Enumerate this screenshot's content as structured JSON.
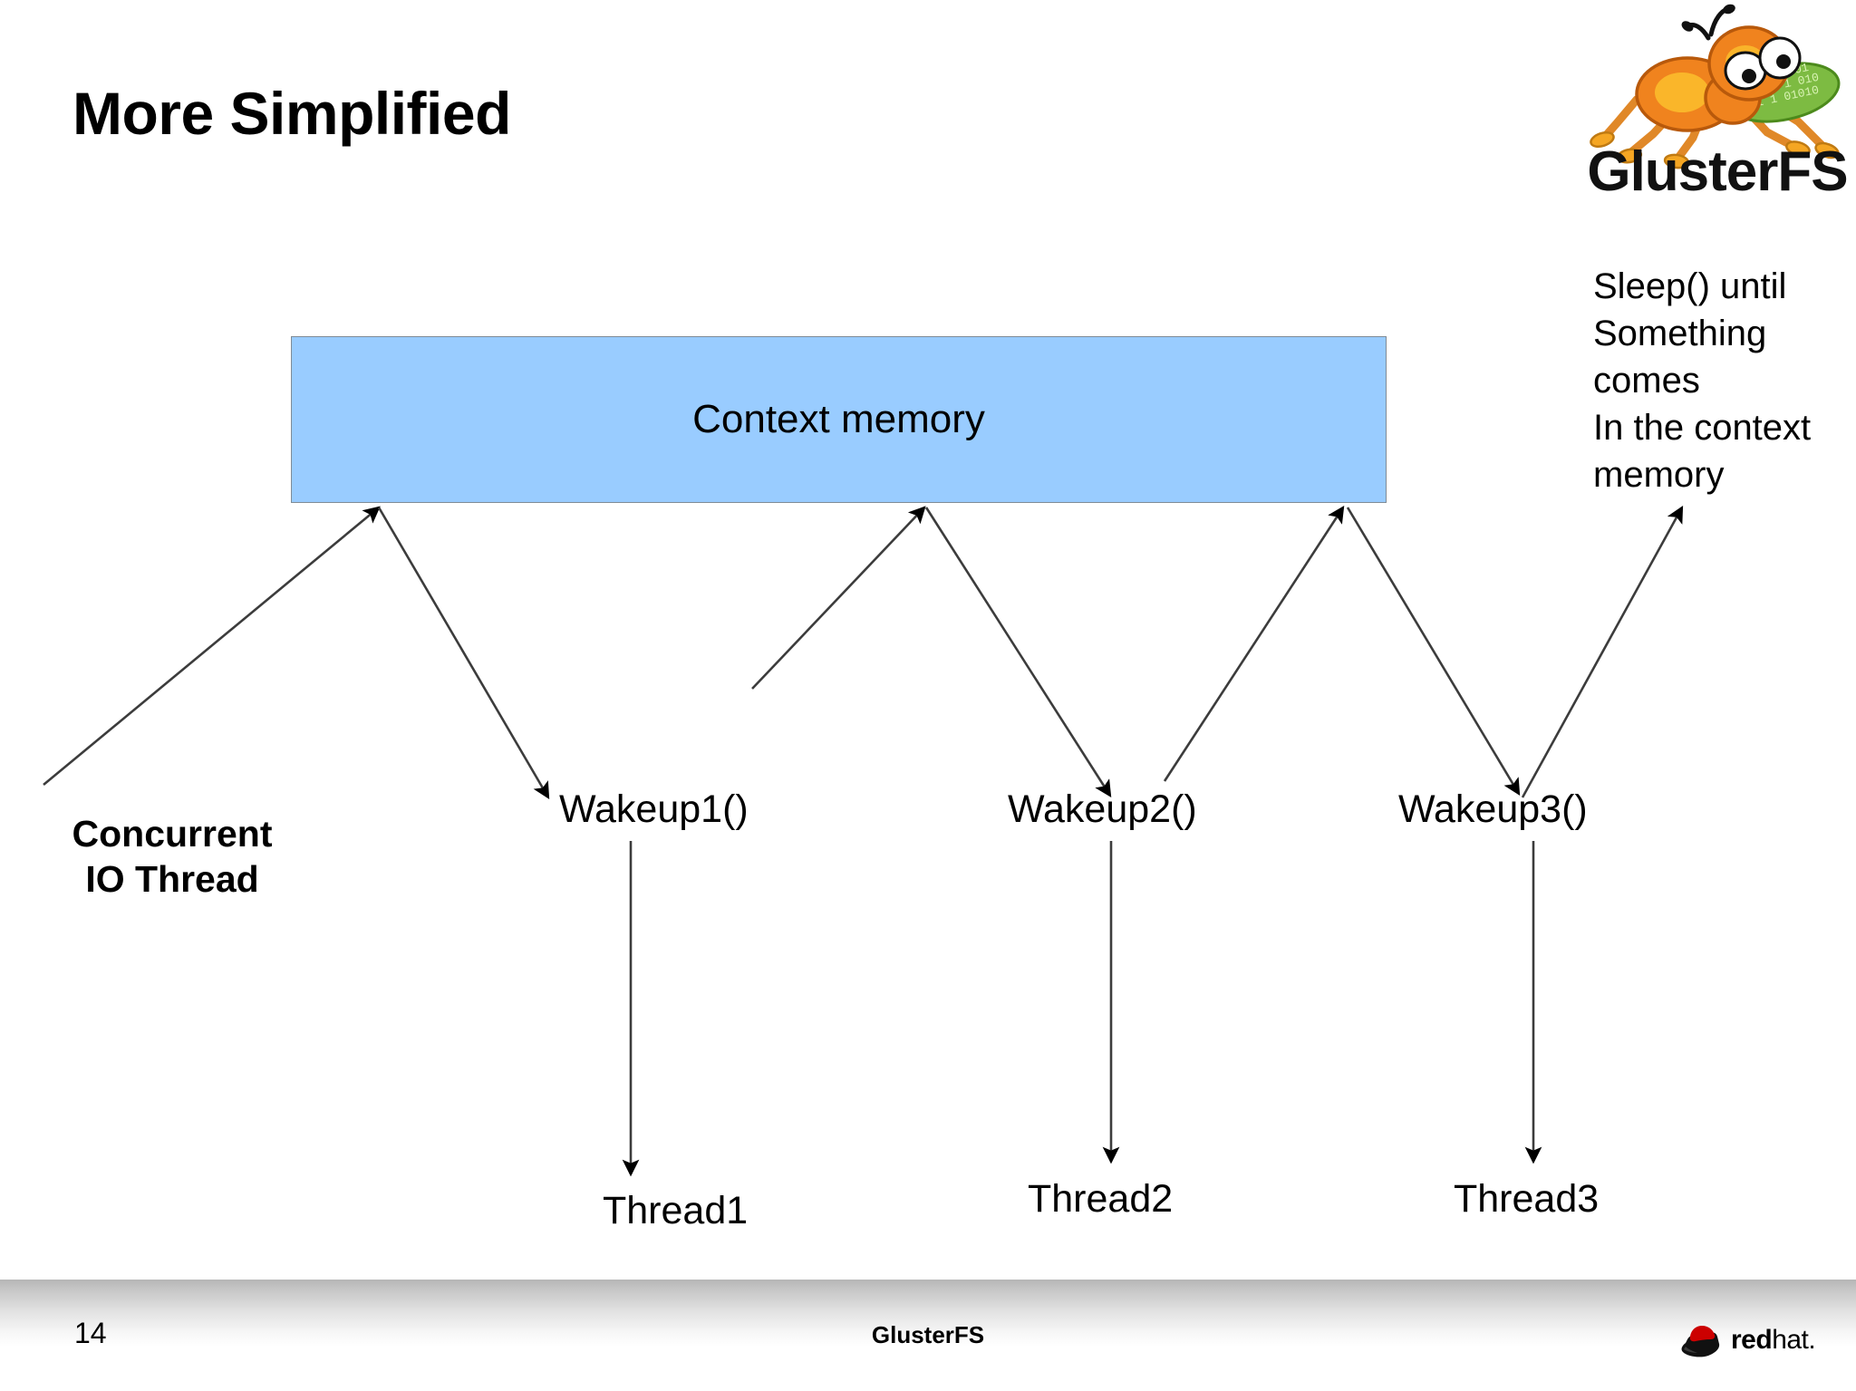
{
  "slide": {
    "title": "More Simplified",
    "page_number": "14",
    "footer_label": "GlusterFS"
  },
  "diagram": {
    "context_box": {
      "label": "Context memory",
      "fill_color": "#99ccff",
      "border_color": "#7f8b96"
    },
    "sleep_note": "Sleep() until\nSomething\ncomes\nIn the context\nmemory",
    "concurrent_label": "Concurrent\nIO Thread",
    "wakeups": [
      {
        "label": "Wakeup1()"
      },
      {
        "label": "Wakeup2()"
      },
      {
        "label": "Wakeup3()"
      }
    ],
    "threads": [
      {
        "label": "Thread1"
      },
      {
        "label": "Thread2"
      },
      {
        "label": "Thread3"
      }
    ]
  },
  "branding": {
    "gluster_logo_name": "glusterfs-ant-logo",
    "gluster_wordmark": "GlusterFS",
    "redhat_word_bold": "red",
    "redhat_word_light": "hat.",
    "redhat_red": "#cc0000"
  }
}
